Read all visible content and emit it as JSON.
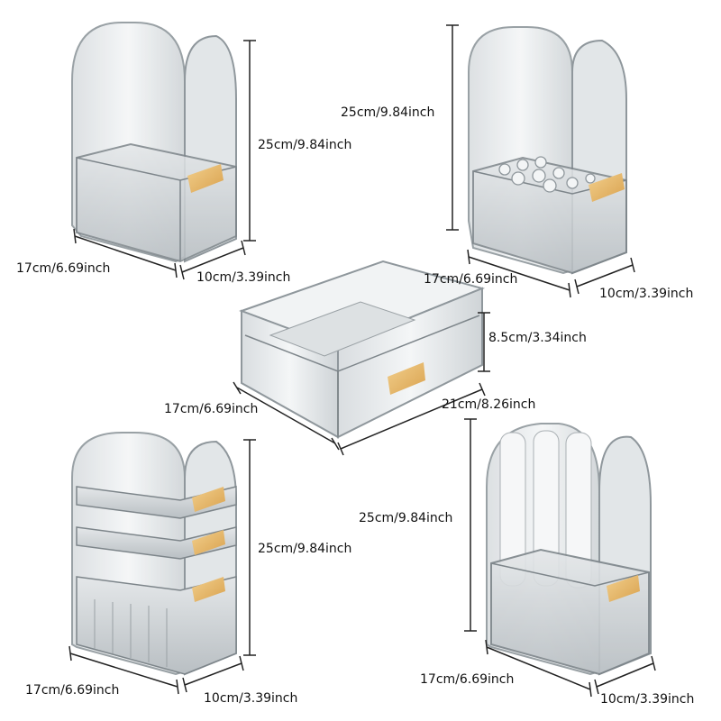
{
  "products": [
    {
      "id": "top-left",
      "height_label": "25cm/9.84inch",
      "width_label": "17cm/6.69inch",
      "depth_label": "10cm/3.39inch"
    },
    {
      "id": "top-right",
      "height_label": "25cm/9.84inch",
      "width_label": "17cm/6.69inch",
      "depth_label": "10cm/3.39inch"
    },
    {
      "id": "center-drawer",
      "height_label": "8.5cm/3.34inch",
      "width_label": "17cm/6.69inch",
      "depth_label": "21cm/8.26inch"
    },
    {
      "id": "bottom-left",
      "height_label": "25cm/9.84inch",
      "width_label": "17cm/6.69inch",
      "depth_label": "10cm/3.39inch"
    },
    {
      "id": "bottom-right",
      "height_label": "25cm/9.84inch",
      "width_label": "17cm/6.69inch",
      "depth_label": "10cm/3.39inch"
    }
  ],
  "colors": {
    "acrylic_fill": "#e9ecee",
    "acrylic_edge": "#8f979c",
    "tray_fill": "#d2d7da",
    "tag_gold": "#e8b868",
    "dimension_line": "#222222"
  }
}
